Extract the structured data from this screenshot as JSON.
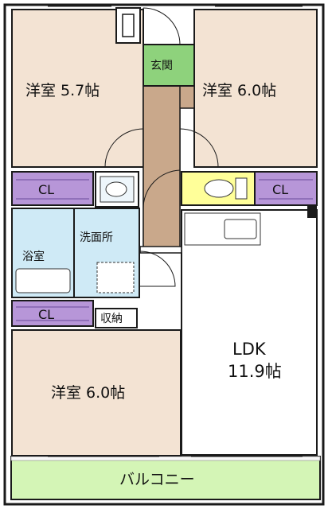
{
  "floor_plan": {
    "rooms": {
      "bedroom_nw": {
        "label": "洋室 5.7帖"
      },
      "bedroom_ne": {
        "label": "洋室 6.0帖"
      },
      "bedroom_sw": {
        "label": "洋室 6.0帖"
      },
      "entrance": {
        "label": "玄関"
      },
      "bath": {
        "label": "浴室"
      },
      "washroom": {
        "label": "洗面所"
      },
      "storage": {
        "label": "収納"
      },
      "ldk": {
        "label": "LDK",
        "size": "11.9帖"
      },
      "balcony": {
        "label": "バルコニー"
      }
    },
    "closets": {
      "closet_w": {
        "label": "CL"
      },
      "closet_e": {
        "label": "CL"
      },
      "closet_sw": {
        "label": "CL"
      }
    },
    "colors": {
      "bedroom": "#f3e3d3",
      "entrance": "#8ed27c",
      "hall": "#c9a88b",
      "closet": "#b796d8",
      "bath": "#cfeaf6",
      "toilet": "#ffff99",
      "balcony": "#d4f5b6",
      "wall": "#1a1a1a"
    }
  }
}
